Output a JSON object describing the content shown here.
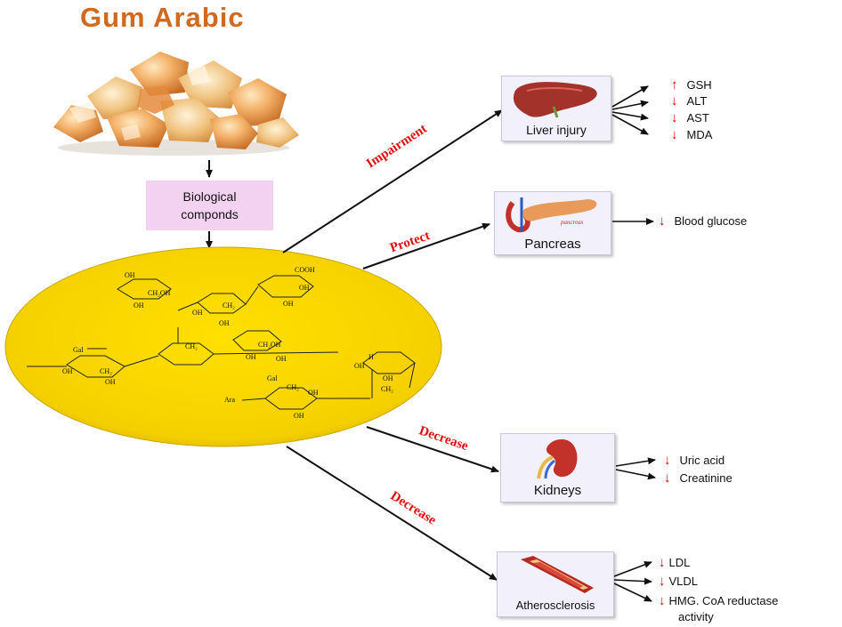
{
  "title": "Gum Arabic",
  "biological_compounds": [
    "Biological",
    "componds"
  ],
  "relations": {
    "liver": "Impairment",
    "pancreas": "Protect",
    "kidneys": "Decrease",
    "atherosclerosis": "Decrease"
  },
  "organs": {
    "liver": {
      "label": "Liver injury",
      "effects": [
        {
          "dir": "↑",
          "text": "GSH"
        },
        {
          "dir": "↓",
          "text": "ALT"
        },
        {
          "dir": "↓",
          "text": "AST"
        },
        {
          "dir": "↓",
          "text": "MDA"
        }
      ]
    },
    "pancreas": {
      "label": "Pancreas",
      "image_text": "pancreas",
      "effects": [
        {
          "dir": "↓",
          "text": "Blood glucose"
        }
      ]
    },
    "kidneys": {
      "label": "Kidneys",
      "effects": [
        {
          "dir": "↓",
          "text": "Uric acid"
        },
        {
          "dir": "↓",
          "text": "Creatinine"
        }
      ]
    },
    "atherosclerosis": {
      "label": "Atherosclerosis",
      "effects": [
        {
          "dir": "↓",
          "text": "LDL"
        },
        {
          "dir": "↓",
          "text": "VLDL"
        },
        {
          "dir": "↓",
          "text": "HMG. CoA reductase"
        },
        {
          "dir": "",
          "text": "activity"
        }
      ]
    }
  },
  "structure_labels": {
    "cooh": "COOH",
    "oh": "OH",
    "ch2": "CH₂",
    "ch2oh": "CH₂OH",
    "gal": "Gal",
    "ara": "Ara",
    "h": "H"
  },
  "colors": {
    "title": "#d2691e",
    "ellipse": "#f7d400",
    "bio_box": "#f3d2f1",
    "card": "#f2f0fb",
    "arrow_red": "#e00000"
  }
}
